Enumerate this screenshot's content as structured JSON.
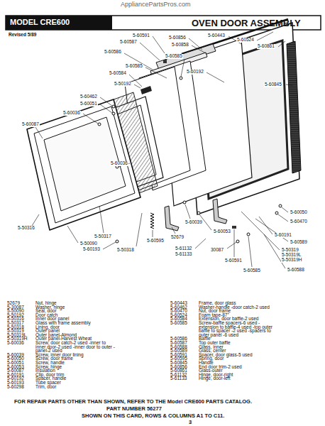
{
  "diagram": {
    "title": "OVEN DOOR ASSEMBLY",
    "labels": [
      "AppliancePartsPros.com",
      "MODEL CRE600",
      "Revised 5/89",
      "5-60591",
      "5-60587",
      "5-60856",
      "5-60443",
      "5-60858",
      "5-60524",
      "5-60861",
      "5-60586",
      "5-60585",
      "5-60585",
      "5-60584",
      "5-60192",
      "5-50192",
      "5-60845",
      "5-60462",
      "5-60051",
      "5-60036",
      "5-60087",
      "5-60036",
      "5-60039",
      "5-60050",
      "5-60470",
      "5-60191",
      "5-60589",
      "5-50319",
      "5-50319L",
      "5-50319H",
      "5-60588",
      "5-60053",
      "5-60591",
      "5-60585",
      "5-50316",
      "5-50317",
      "5-50090",
      "5-60193",
      "5-60595",
      "5-50318",
      "52679",
      "5-61132",
      "5-61133",
      "30087",
      "52679",
      "Nut, hinge",
      "5-30087",
      "Washer, hinge",
      "5-50090",
      "Seal, door",
      "5-50192",
      "Door catch",
      "5-50316",
      "Inner door panel",
      "5-50317",
      "Glass with frame assembly",
      "5-50318",
      "Lining, door",
      "5-50319",
      "Outer panel",
      "5-50319L",
      "Outer panel-Almond",
      "5-50319H",
      "Outer panel-Harvest Wheat",
      "5-60036",
      "Screw, door catch-2 used -inner to inner door-2 used -inner door to outer -panel-2 used",
      "5-60039",
      "Screw, inner door lining",
      "5-60050",
      "Screw, door frame",
      "5-60051",
      "Screw, handle",
      "5-60053",
      "Screw, hinge",
      "5-60087",
      "Insulation",
      "5-60191",
      "Clip, door trim",
      "5-60192",
      "Spacer, handle",
      "5-60193",
      "Tube spacer",
      "5-60298",
      "Trim, door",
      "5-60443",
      "Frame, door glass",
      "5-60462",
      "Washer-handle -door catch-2 used",
      "5-60470",
      "Nut, door frame",
      "5-60524",
      "Foam tape-87\"",
      "5-60584",
      "Extension, door baffle-2 used",
      "5-60585",
      "Screw-baffle spacers-6 used -extension to baffle-4 used -top outer baffle to spacer -2 used -spacers to outer panel -6 used",
      "5-60586",
      "Baffle",
      "5-60587",
      "Top outer baffle",
      "5-60588",
      "Glass, inner",
      "5-60589",
      "Glass, center",
      "5-60591",
      "Spacer, door glass-5 used",
      "5-60595",
      "Spring, door",
      "5-60845",
      "Handle",
      "5-60856",
      "End door trim-2 used",
      "5-60861",
      "Glass-outer",
      "5-61132",
      "Hinge, door-right",
      "5-61133",
      "Hinge, door-left",
      "FOR REPAIR PARTS OTHER THAN SHOWN, REFER TO THE Model CRE600 PARTS CATALOG.",
      "PART NUMBER 56277",
      "SHOWN ON THIS CARD, ROWS & COLUMNS A1 TO C11.",
      "3"
    ]
  }
}
